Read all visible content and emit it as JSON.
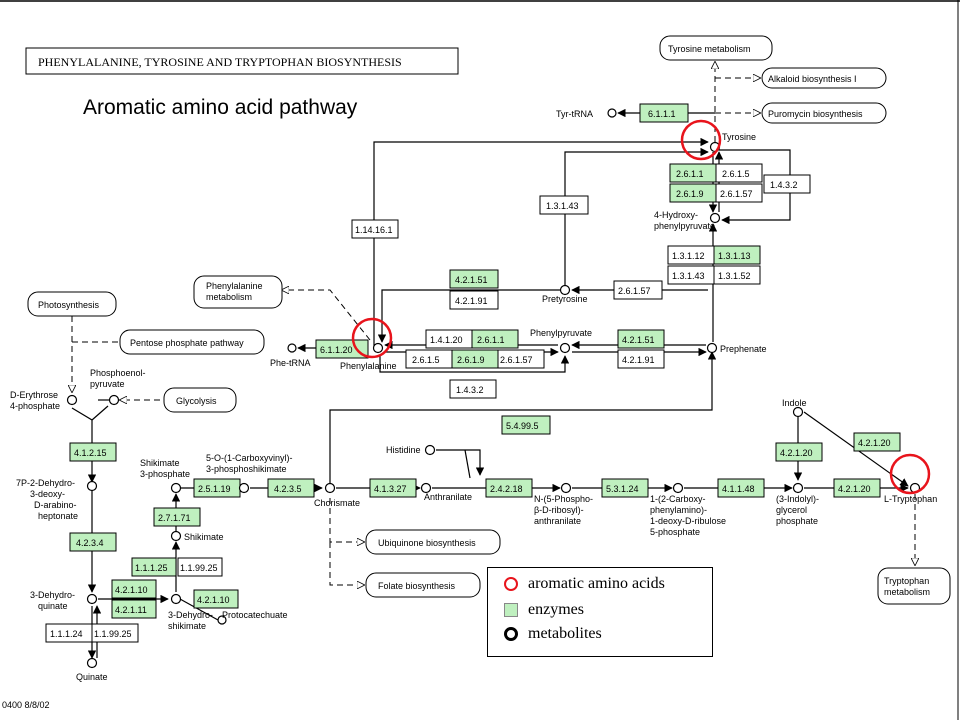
{
  "title": "PHENYLALANINE, TYROSINE AND TRYPTOPHAN BIOSYNTHESIS",
  "overlay_title": "Aromatic amino acid pathway",
  "footer": "0400  8/8/02",
  "colors": {
    "enzyme_fill": "#bff0bf",
    "highlight_ring": "#e8141c"
  },
  "legend": {
    "aromatic": "aromatic amino acids",
    "enzymes": "enzymes",
    "metabolites": "metabolites"
  },
  "maps": {
    "tyrosine_metabolism": "Tyrosine metabolism",
    "alkaloid": "Alkaloid biosynthesis I",
    "puromycin": "Puromycin biosynthesis",
    "phenylalanine_metabolism_1": "Phenylalanine",
    "phenylalanine_metabolism_2": "metabolism",
    "photosynthesis": "Photosynthesis",
    "pentose": "Pentose phosphate pathway",
    "glycolysis": "Glycolysis",
    "ubiquinone": "Ubiquinone biosynthesis",
    "folate": "Folate biosynthesis",
    "tryptophan_metabolism_1": "Tryptophan",
    "tryptophan_metabolism_2": "metabolism"
  },
  "compounds": {
    "tyr_trna": "Tyr-tRNA",
    "tyrosine": "Tyrosine",
    "hpp_1": "4-Hydroxy-",
    "hpp_2": "phenylpyruvate",
    "pretyrosine": "Pretyrosine",
    "phenylpyruvate": "Phenylpyruvate",
    "prephenate": "Prephenate",
    "phe_trna": "Phe-tRNA",
    "phenylalanine": "Phenylalanine",
    "e4p_1": "D-Erythrose",
    "e4p_2": "4-phosphate",
    "pep_1": "Phosphoenol-",
    "pep_2": "pyruvate",
    "dahp_1": "7P-2-Dehydro-",
    "dahp_2": "3-deoxy-",
    "dahp_3": "D-arabino-",
    "dahp_4": "heptonate",
    "s3p_1": "Shikimate",
    "s3p_2": "3-phosphate",
    "epsp_1": "5-O-(1-Carboxyvinyl)-",
    "epsp_2": "3-phosphoshikimate",
    "shikimate": "Shikimate",
    "dhq_1": "3-Dehydro-",
    "dhq_2": "quinate",
    "dhs_1": "3-Dehydro-",
    "dhs_2": "shikimate",
    "protocatechuate": "Protocatechuate",
    "quinate": "Quinate",
    "chorismate": "Chorismate",
    "histidine": "Histidine",
    "anthranilate": "Anthranilate",
    "pra_1": "N-(5-Phospho-",
    "pra_2": "β-D-ribosyl)-",
    "pra_3": "anthranilate",
    "cdrp_1": "1-(2-Carboxy-",
    "cdrp_2": "phenylamino)-",
    "cdrp_3": "1-deoxy-D-ribulose",
    "cdrp_4": "5-phosphate",
    "igp_1": "(3-Indolyl)-",
    "igp_2": "glycerol",
    "igp_3": "phosphate",
    "indole": "Indole",
    "tryptophan": "L-Tryptophan"
  },
  "enzymes": {
    "e6111": "6.1.1.1",
    "e2611a": "2.6.1.1",
    "e2615a": "2.6.1.5",
    "e2619a": "2.6.1.9",
    "e26157a": "2.6.1.57",
    "e1432a": "1.4.3.2",
    "e13143": "1.3.1.43",
    "e114161": "1.14.16.1",
    "e13112": "1.3.1.12",
    "e13113": "1.3.1.13",
    "e13143b": "1.3.1.43",
    "e13152": "1.3.1.52",
    "e42151a": "4.2.1.51",
    "e42191a": "4.2.1.91",
    "e26157b": "2.6.1.57",
    "e14120": "1.4.1.20",
    "e2611b": "2.6.1.1",
    "e42151b": "4.2.1.51",
    "e42191b": "4.2.1.91",
    "e61120": "6.1.1.20",
    "e2615b": "2.6.1.5",
    "e2619b": "2.6.1.9",
    "e26157c": "2.6.1.57",
    "e1432b": "1.4.3.2",
    "e54995": "5.4.99.5",
    "e41215": "4.1.2.15",
    "e4234": "4.2.3.4",
    "e25119": "2.5.1.19",
    "e4235": "4.2.3.5",
    "e27171": "2.7.1.71",
    "e11125": "1.1.1.25",
    "e11992": "1.1.99.25",
    "e42110a": "4.2.1.10",
    "e42111": "4.2.1.11",
    "e42110b": "4.2.1.10",
    "e11124": "1.1.1.24",
    "e11992b": "1.1.99.25",
    "e41327": "4.1.3.27",
    "e24218": "2.4.2.18",
    "e53124": "5.3.1.24",
    "e41148": "4.1.1.48",
    "e42120a": "4.2.1.20",
    "e42120b": "4.2.1.20",
    "e42120c": "4.2.1.20"
  }
}
